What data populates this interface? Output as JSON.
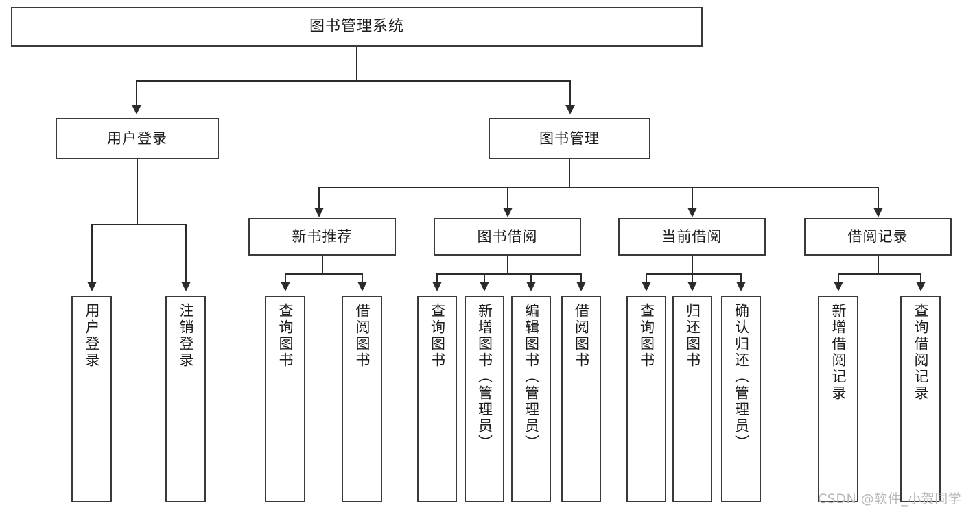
{
  "diagram": {
    "type": "tree",
    "title": "图书管理系统",
    "orientation": "top-down",
    "colors": {
      "node_border": "#3a3a3a",
      "node_fill": "#ffffff",
      "connector": "#2b2b2b",
      "text": "#1c1c1c",
      "watermark": "#b9b9b9",
      "canvas": "#ffffff"
    },
    "root": {
      "label": "图书管理系统"
    },
    "level1": [
      {
        "label": "用户登录"
      },
      {
        "label": "图书管理"
      }
    ],
    "level2": [
      {
        "label": "新书推荐"
      },
      {
        "label": "图书借阅"
      },
      {
        "label": "当前借阅"
      },
      {
        "label": "借阅记录"
      }
    ],
    "leaves": {
      "user_login": [
        {
          "label": "用户登录"
        },
        {
          "label": "注销登录"
        }
      ],
      "new_book_recommend": [
        {
          "label": "查询图书"
        },
        {
          "label": "借阅图书"
        }
      ],
      "book_borrow": [
        {
          "label": "查询图书"
        },
        {
          "label": "新增图书（管理员）"
        },
        {
          "label": "编辑图书（管理员）"
        },
        {
          "label": "借阅图书"
        }
      ],
      "current_borrow": [
        {
          "label": "查询图书"
        },
        {
          "label": "归还图书"
        },
        {
          "label": "确认归还（管理员）"
        }
      ],
      "borrow_record": [
        {
          "label": "新增借阅记录"
        },
        {
          "label": "查询借阅记录"
        }
      ]
    }
  },
  "watermark": {
    "text": "CSDN @软件_小贺同学"
  }
}
